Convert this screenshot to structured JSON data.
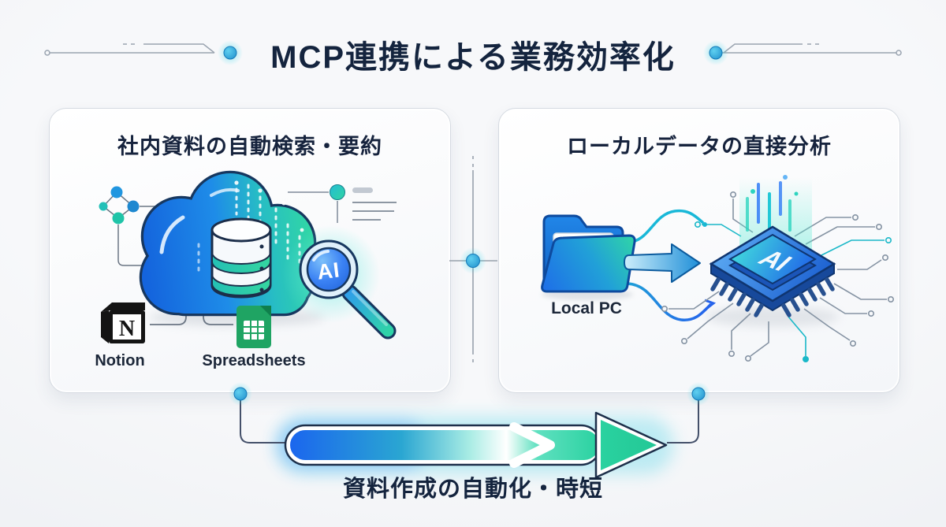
{
  "title": "MCP連携による業務効率化",
  "left_panel": {
    "title": "社内資料の自動検索・要約",
    "magnifier_badge": "AI",
    "sources": [
      {
        "name": "Notion",
        "icon": "notion-icon",
        "monogram": "N"
      },
      {
        "name": "Spreadsheets",
        "icon": "spreadsheets-icon"
      }
    ]
  },
  "right_panel": {
    "title": "ローカルデータの直接分析",
    "folder_label": "Local PC",
    "chip_badge": "AI"
  },
  "flow_caption": "資料作成の自動化・時短",
  "colors": {
    "navy_text": "#16233D",
    "accent_blue": "#1E6EE8",
    "accent_teal": "#22C8B0",
    "arrow_green": "#28D49E",
    "glow_cyan": "#5FE5E0",
    "panel_bg": "#FBFCFD",
    "page_bg": "#EDEFF3",
    "notion_black": "#111111",
    "sheets_green": "#1FA463"
  }
}
